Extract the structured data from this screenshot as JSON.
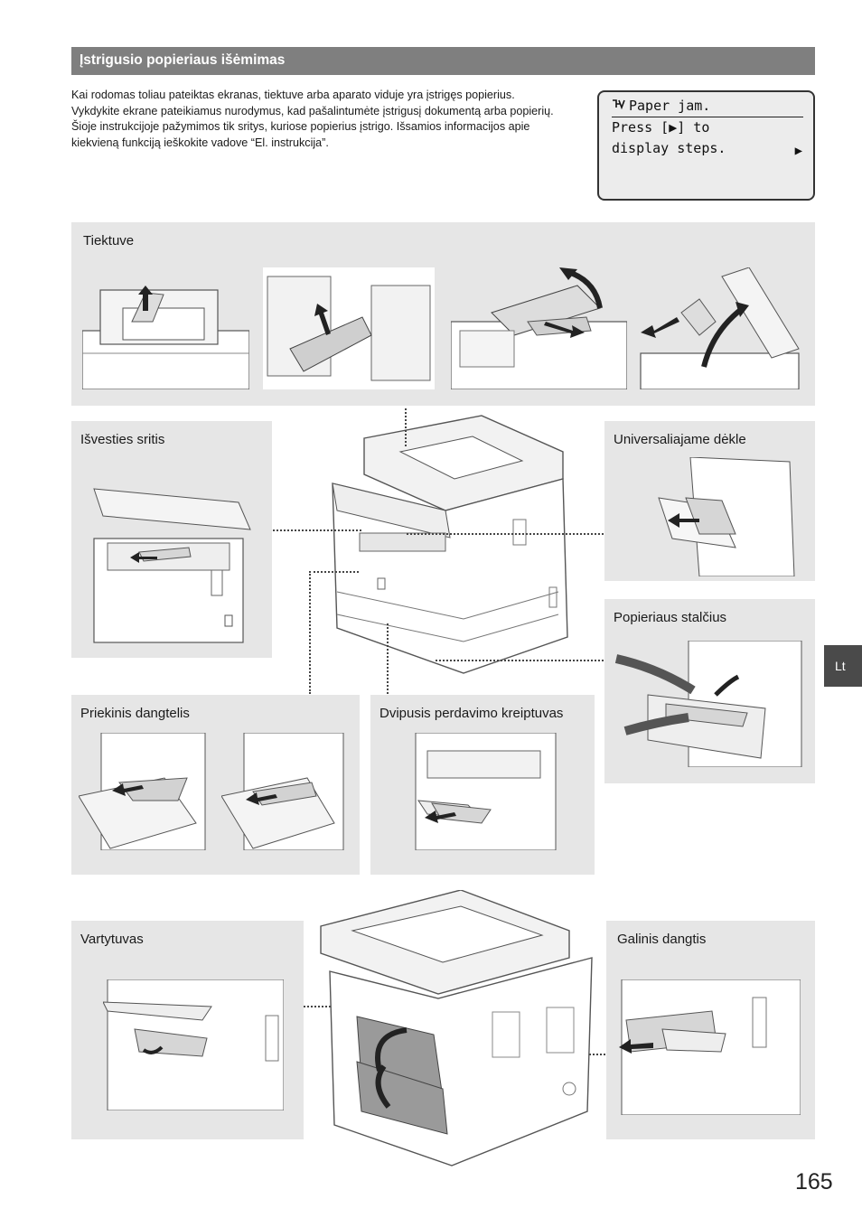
{
  "header": {
    "title": "Įstrigusio popieriaus išėmimas"
  },
  "intro": {
    "text": "Kai rodomas toliau pateiktas ekranas, tiektuve arba aparato viduje yra įstrigęs popierius. Vykdykite ekrane pateikiamus nurodymus, kad pašalintumėte įstrigusį dokumentą arba popierių. Šioje instrukcijoje pažymimos tik sritys, kuriose popierius įstrigo. Išsamios informacijos apie kiekvieną funkciją ieškokite vadove “El. instrukcija”."
  },
  "lcd": {
    "icon": "paper-jam-icon",
    "line1": "Paper jam.",
    "line2": "Press [▶] to",
    "line3": "display steps.",
    "arrow": "▶"
  },
  "panels": {
    "tiektuve": "Tiektuve",
    "isvesties": "Išvesties sritis",
    "universaliajame": "Universaliajame dėkle",
    "stalcius": "Popieriaus stalčius",
    "priekinis": "Priekinis dangtelis",
    "dvipusis": "Dvipusis perdavimo kreiptuvas",
    "vartytuvas": "Vartytuvas",
    "galinis": "Galinis dangtis"
  },
  "language_tab": "Lt",
  "page_number": "165"
}
